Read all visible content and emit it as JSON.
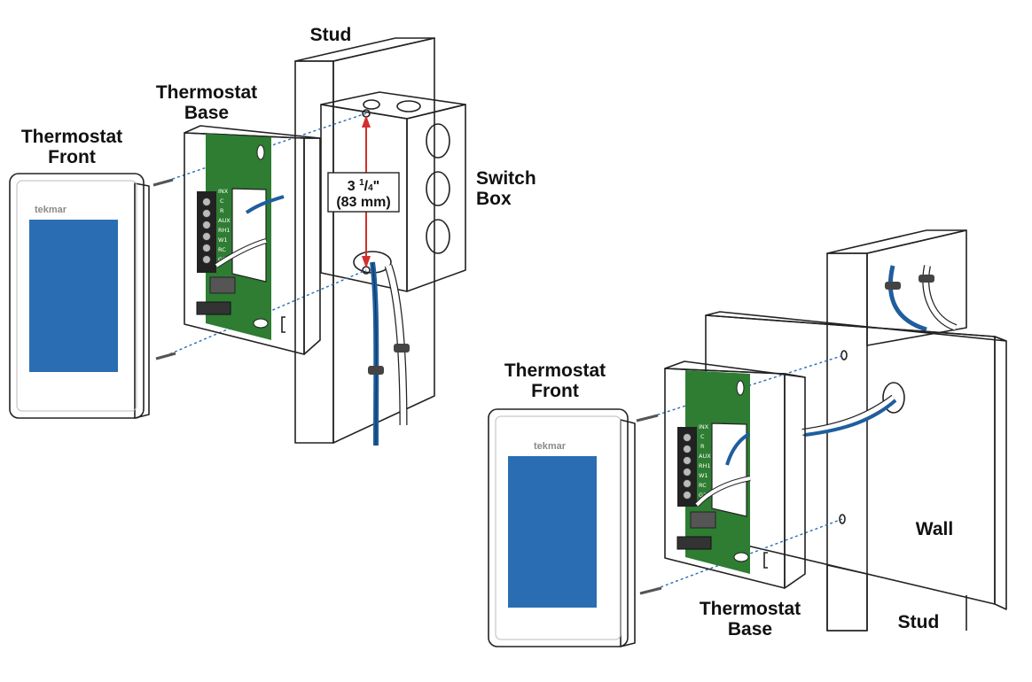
{
  "labels": {
    "stud_top": "Stud",
    "thermostat_base_left_1": "Thermostat",
    "thermostat_base_left_2": "Base",
    "thermostat_front_left_1": "Thermostat",
    "thermostat_front_left_2": "Front",
    "switch_box_1": "Switch",
    "switch_box_2": "Box",
    "thermostat_front_right_1": "Thermostat",
    "thermostat_front_right_2": "Front",
    "thermostat_base_right_1": "Thermostat",
    "thermostat_base_right_2": "Base",
    "wall": "Wall",
    "stud_bottom": "Stud"
  },
  "dimension": {
    "line1_main": "3 ",
    "line1_num": "1",
    "line1_sep": "/",
    "line1_den": "4",
    "line1_unit": "\"",
    "line2": "(83 mm)"
  },
  "brand": "tekmar",
  "terminals": [
    "INX",
    "C",
    "R",
    "AUX",
    "RH1",
    "W1",
    "RC",
    "G2"
  ],
  "colors": {
    "screen": "#2a6db3",
    "board": "#2e7d32",
    "wire_blue": "#1f5e9e",
    "dimension_arrow": "#d32f2f",
    "guide_line": "#2a6db3"
  }
}
